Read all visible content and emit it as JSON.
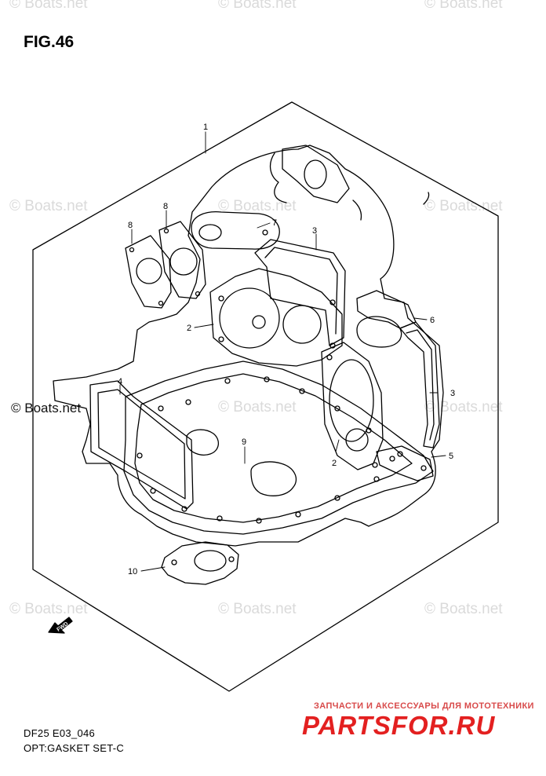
{
  "figure": {
    "title": "FIG.46",
    "code": "DF25 E03_046",
    "name": "OPT:GASKET SET-C"
  },
  "watermarks": {
    "text": "© Boats.net"
  },
  "branding": {
    "tagline": "ЗАПЧАСТИ И АКСЕССУАРЫ ДЛЯ МОТОТЕХНИКИ",
    "logo": "PARTSFOR.RU",
    "color": "#e32020"
  },
  "callouts": {
    "c1": "1",
    "c2a": "2",
    "c2b": "2",
    "c3a": "3",
    "c3b": "3",
    "c4": "4",
    "c5": "5",
    "c6": "6",
    "c7": "7",
    "c8a": "8",
    "c8b": "8",
    "c9": "9",
    "c10": "10"
  },
  "arrow": {
    "label": "FWD",
    "icon": "fwd-arrow-icon"
  }
}
